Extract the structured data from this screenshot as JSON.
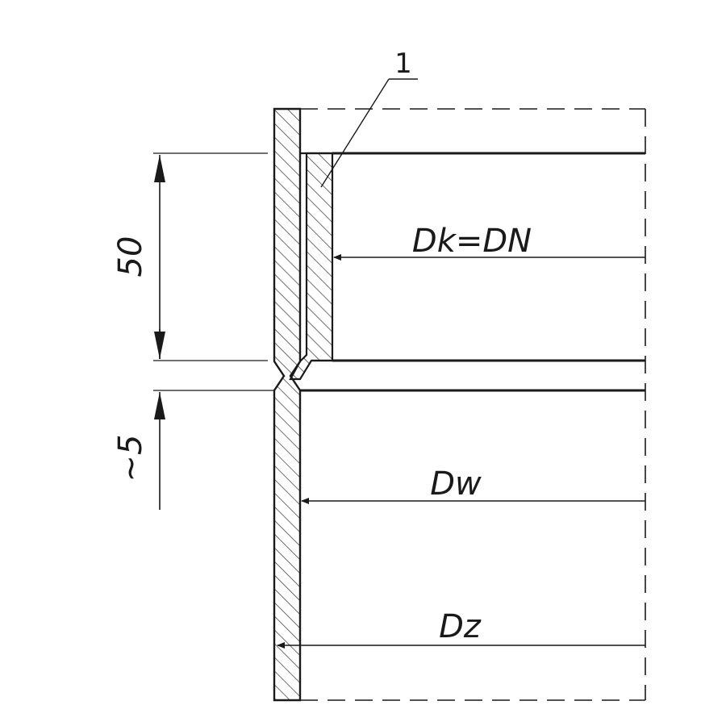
{
  "drawing": {
    "part_number": "1",
    "dimensions": {
      "socket_depth": "50",
      "transition": "~5"
    },
    "diameters": {
      "socket": "Dk=DN",
      "inner": "Dw",
      "outer": "Dz"
    }
  },
  "colors": {
    "line": "#1a1a1a",
    "hatch": "#333333",
    "background": "#ffffff"
  }
}
